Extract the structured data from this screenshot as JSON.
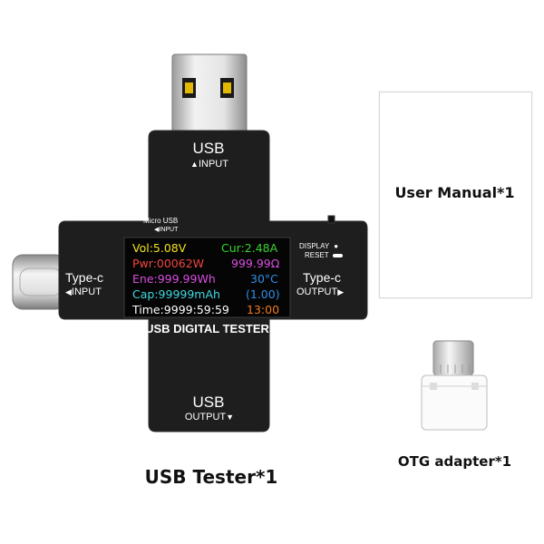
{
  "device": {
    "usb_top_label": "USB",
    "usb_top_sub": "INPUT",
    "micro_usb_label": "Micro USB",
    "micro_usb_sub": "INPUT",
    "typec_left_label": "Type-c",
    "typec_left_sub": "INPUT",
    "typec_right_label": "Type-c",
    "typec_right_sub": "OUTPUT",
    "display_label": "DISPLAY",
    "reset_label": "RESET",
    "brand_label": "USB DIGITAL TESTER",
    "usb_bottom_label": "USB",
    "usb_bottom_sub": "OUTPUT"
  },
  "screen": {
    "voltage": "Vol:5.08V",
    "current": "Cur:2.48A",
    "power": "Pwr:00062W",
    "resistance": "999.99Ω",
    "energy": "Ene:999.99Wh",
    "temperature": "30°C",
    "capacity": "Cap:99999mAh",
    "ratio": "(1.00)",
    "time": "Time:9999:59:59",
    "clock": "13:00"
  },
  "captions": {
    "tester": "USB Tester*1",
    "manual": "User Manual*1",
    "otg": "OTG adapter*1"
  },
  "colors": {
    "body": "#1e1e1e",
    "voltage": "#f2e21a",
    "current": "#39d42f",
    "power": "#f0443e",
    "resistance": "#d94ee0",
    "energy": "#d94ee0",
    "temperature": "#2f8ee8",
    "capacity": "#3fd8e0",
    "ratio": "#2f8ee8",
    "time": "#ffffff",
    "clock": "#f07a1e"
  },
  "icons": [
    "triangle-up-icon",
    "triangle-left-icon",
    "triangle-right-icon",
    "triangle-down-icon",
    "dot-icon",
    "reset-icon"
  ]
}
